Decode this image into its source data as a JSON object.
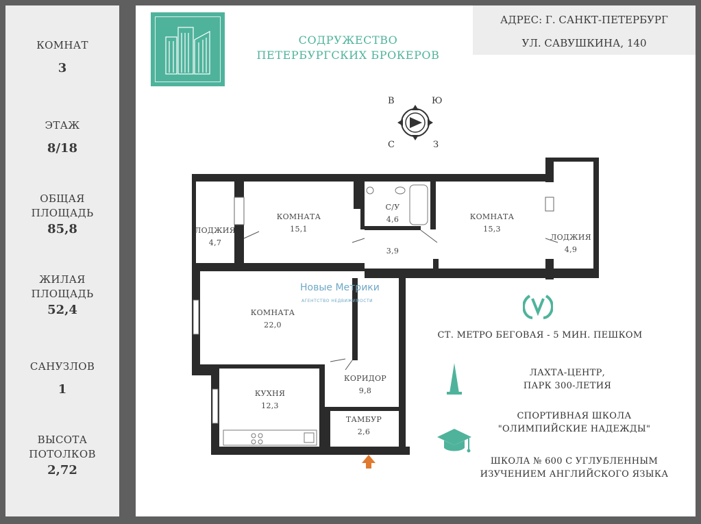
{
  "sidebar": {
    "rooms_label": "КОМНАТ",
    "rooms_value": "3",
    "floor_label": "ЭТАЖ",
    "floor_value": "8/18",
    "total_area_label": "ОБЩАЯ ПЛОЩАДЬ",
    "total_area_value": "85,8",
    "living_area_label": "ЖИЛАЯ ПЛОЩАДЬ",
    "living_area_value": "52,4",
    "bathrooms_label": "САНУЗЛОВ",
    "bathrooms_value": "1",
    "ceiling_label": "ВЫСОТА ПОТОЛКОВ",
    "ceiling_value": "2,72"
  },
  "header": {
    "brand_line1": "СОДРУЖЕСТВО",
    "brand_line2": "ПЕТЕРБУРГСКИХ БРОКЕРОВ",
    "address_line1": "АДРЕС: Г. САНКТ-ПЕТЕРБУРГ",
    "address_line2": "УЛ. САВУШКИНА, 140"
  },
  "compass": {
    "n": "В",
    "e": "Ю",
    "w": "С",
    "s": "З"
  },
  "rooms": [
    {
      "name": "ЛОДЖИЯ",
      "area": "4,7"
    },
    {
      "name": "КОМНАТА",
      "area": "15,1"
    },
    {
      "name": "С/У",
      "area": "4,6"
    },
    {
      "name": "",
      "area": "3,9"
    },
    {
      "name": "КОМНАТА",
      "area": "15,3"
    },
    {
      "name": "ЛОДЖИЯ",
      "area": "4,9"
    },
    {
      "name": "КОМНАТА",
      "area": "22,0"
    },
    {
      "name": "КУХНЯ",
      "area": "12,3"
    },
    {
      "name": "КОРИДОР",
      "area": "9,8"
    },
    {
      "name": "ТАМБУР",
      "area": "2,6"
    }
  ],
  "watermark": {
    "title": "Новые Метрики",
    "subtitle": "АГЕНТСТВО НЕДВИЖИМОСТИ"
  },
  "info": {
    "metro": "СТ. МЕТРО БЕГОВАЯ - 5 МИН. ПЕШКОМ",
    "landmark_line1": "ЛАХТА-ЦЕНТР,",
    "landmark_line2": "ПАРК 300-ЛЕТИЯ",
    "sport_line1": "СПОРТИВНАЯ ШКОЛА",
    "sport_line2": "\"ОЛИМПИЙСКИЕ НАДЕЖДЫ\"",
    "school_line1": "ШКОЛА № 600 С УГЛУБЛЕННЫМ",
    "school_line2": "ИЗУЧЕНИЕМ АНГЛИЙСКОГО ЯЗЫКА"
  },
  "colors": {
    "accent": "#4fb39c",
    "wall": "#2b2b2b",
    "entry_arrow": "#e07a2e"
  }
}
